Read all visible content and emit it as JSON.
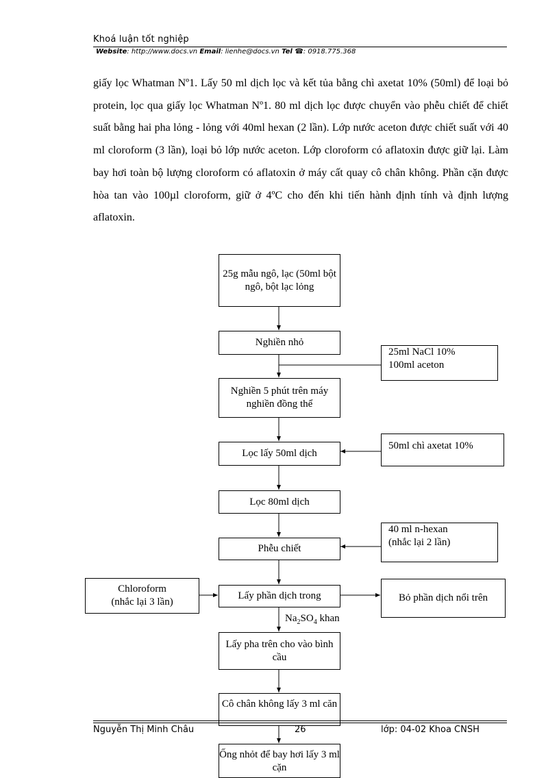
{
  "header": {
    "title": "Khoá luận tốt nghiệp",
    "website_label": "Website",
    "website_value": ": http://www.docs.vn",
    "email_label": "Email",
    "email_value": ": lienhe@docs.vn",
    "tel_label": "Tel ☎",
    "tel_value": ": 0918.775.368"
  },
  "paragraph": "giấy lọc Whatman Nº1. Lấy 50 ml dịch lọc và kết tủa bằng chì axetat 10% (50ml) để loại bỏ protein, lọc qua giấy lọc Whatman Nº1. 80 ml dịch lọc được chuyển vào phễu chiết để chiết suất bằng hai pha lỏng - lỏng với 40ml hexan (2 lần). Lớp nước aceton được chiết suất với 40 ml cloroform (3 lần), loại bỏ lớp nước aceton. Lớp cloroform có aflatoxin được giữ lại. Làm bay hơi toàn bộ lượng cloroform có aflatoxin ở máy cất quay cô chân không. Phần cặn được hòa tan vào 100µl cloroform, giữ ở 4ºC cho đến khi tiến hành định tính và định lượng aflatoxin.",
  "flow": {
    "step1": "25g mẫu ngô, lạc (50ml bột ngô, bột lạc lỏng",
    "step2": "Nghiền nhỏ",
    "side1_line1": "25ml NaCl 10%",
    "side1_line2": "100ml aceton",
    "step3": "Nghiền 5 phút trên máy nghiền đồng thể",
    "step4": "Lọc lấy 50ml dịch",
    "side2": "50ml chì axetat 10%",
    "step5": "Lọc 80ml dịch",
    "step6": "Phễu chiết",
    "side3_line1": "40 ml n-hexan",
    "side3_line2": "(nhắc lại 2 lần)",
    "left_line1": "Chloroform",
    "left_line2": "(nhắc lại 3 lần)",
    "step7": "Lấy phần dịch trong",
    "right_out": "Bỏ phần dịch nổi trên",
    "label_na": "Na",
    "label_sub2": "2",
    "label_so": "SO",
    "label_sub4": "4",
    "label_khan": " khan",
    "step8": "Lấy pha trên cho vào bình cầu",
    "step9": "Cô chân không lấy 3 ml căn",
    "step10": "Ống nhỏt để bay hơi lấy 3 ml cặn"
  },
  "footer": {
    "author": "Nguyễn Thị Minh Châu",
    "page": "26",
    "class": "lớp: 04-02 Khoa CNSH"
  }
}
